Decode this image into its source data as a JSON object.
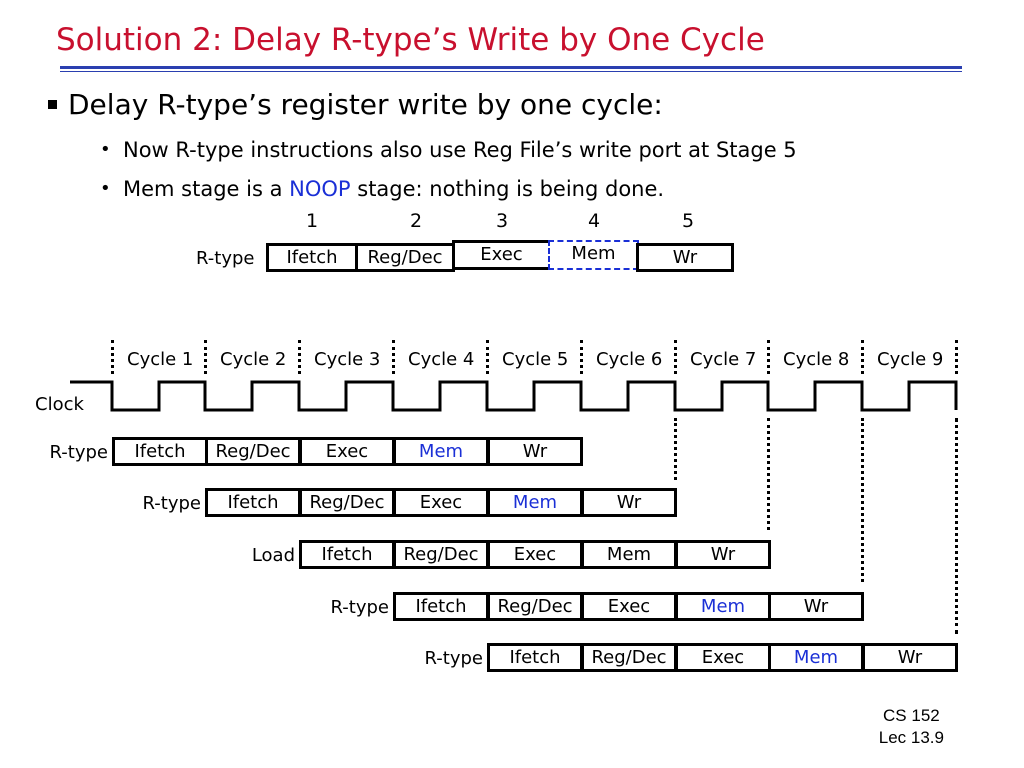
{
  "title": "Solution 2: Delay R-type’s Write by One Cycle",
  "bullets": {
    "main": "Delay R-type’s register write by one cycle:",
    "sub1": "Now R-type instructions also use Reg File’s write port at Stage 5",
    "sub2_prefix": "Mem stage is a ",
    "sub2_highlight": "NOOP",
    "sub2_suffix": " stage: nothing is being done.",
    "sub_marker": "•"
  },
  "stage_diagram": {
    "stage_numbers": [
      "1",
      "2",
      "3",
      "4",
      "5"
    ],
    "label": "R-type",
    "stages": [
      "Ifetch",
      "Reg/Dec",
      "Exec",
      "Mem",
      "Wr"
    ]
  },
  "timing": {
    "cycles": [
      "Cycle 1",
      "Cycle 2",
      "Cycle 3",
      "Cycle 4",
      "Cycle 5",
      "Cycle 6",
      "Cycle 7",
      "Cycle 8",
      "Cycle 9"
    ],
    "clock_label": "Clock",
    "instructions": [
      {
        "label": "R-type",
        "stages": [
          "Ifetch",
          "Reg/Dec",
          "Exec",
          "Mem",
          "Wr"
        ]
      },
      {
        "label": "R-type",
        "stages": [
          "Ifetch",
          "Reg/Dec",
          "Exec",
          "Mem",
          "Wr"
        ]
      },
      {
        "label": "Load",
        "stages": [
          "Ifetch",
          "Reg/Dec",
          "Exec",
          "Mem",
          "Wr"
        ]
      },
      {
        "label": "R-type",
        "stages": [
          "Ifetch",
          "Reg/Dec",
          "Exec",
          "Mem",
          "Wr"
        ]
      },
      {
        "label": "R-type",
        "stages": [
          "Ifetch",
          "Reg/Dec",
          "Exec",
          "Mem",
          "Wr"
        ]
      }
    ]
  },
  "footer": {
    "course": "CS 152",
    "lecture": "Lec 13.9"
  },
  "colors": {
    "title": "#c8102e",
    "accent": "#1a2fd6",
    "rule": "#2a3fb0"
  }
}
